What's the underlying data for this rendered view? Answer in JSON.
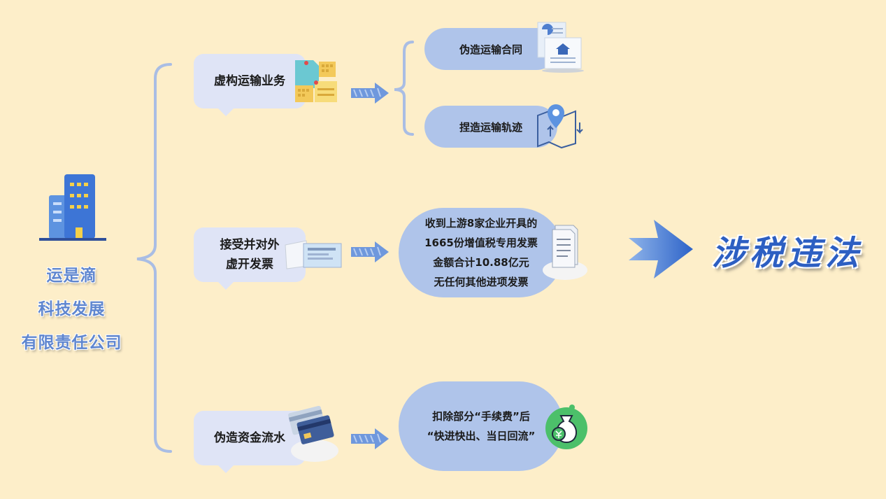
{
  "company": {
    "lines": [
      "运是滴",
      "科技发展",
      "有限责任公司"
    ]
  },
  "branches": [
    {
      "label_lines": [
        "虚构运输业务"
      ],
      "outcomes": [
        "伪造运输合同",
        "捏造运输轨迹"
      ]
    },
    {
      "label_lines": [
        "接受并对外",
        "虚开发票"
      ],
      "outcome_lines": [
        "收到上游8家企业开具的",
        "1665份增值税专用发票",
        "金额合计10.88亿元",
        "无任何其他进项发票"
      ]
    },
    {
      "label_lines": [
        "伪造资金流水"
      ],
      "outcome_lines": [
        "扣除部分“手续费”后",
        "“快进快出、当日回流”"
      ]
    }
  ],
  "result": "涉税违法",
  "colors": {
    "background": "#fdeec9",
    "bubble": "#dfe4f6",
    "pill": "#afc4ea",
    "bracket": "#a9bde4",
    "accent": "#2d5fc2",
    "company_text": "#5f86cf"
  },
  "icons": [
    "office-building-icon",
    "documents-icon",
    "contract-icon",
    "location-track-icon",
    "invoice-icon",
    "receipt-stack-icon",
    "bank-cards-icon",
    "money-bag-icon",
    "arrow-icon"
  ]
}
